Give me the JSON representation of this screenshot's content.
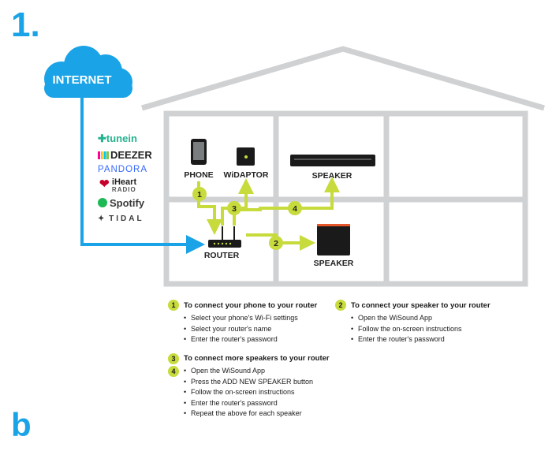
{
  "step_number": "1.",
  "panel_letter": "b",
  "cloud": {
    "label": "INTERNET"
  },
  "services": [
    "tunein",
    "DEEZER",
    "PANDORA",
    "iHeart",
    "RADIO",
    "Spotify",
    "TIDAL"
  ],
  "devices": {
    "phone": "PHONE",
    "widaptor": "WiDAPTOR",
    "speaker_top": "SPEAKER",
    "router": "ROUTER",
    "speaker_bottom": "SPEAKER"
  },
  "steps": [
    "1",
    "2",
    "3",
    "4"
  ],
  "instructions": {
    "phone_to_router": {
      "badge": "1",
      "title": "To connect your phone to your router",
      "items": [
        "Select your phone's Wi-Fi settings",
        "Select your router's name",
        "Enter the router's password"
      ]
    },
    "speaker_to_router": {
      "badge": "2",
      "title": "To connect your speaker to your router",
      "items": [
        "Open the WiSound App",
        "Follow the on-screen instructions",
        "Enter the router's password"
      ]
    },
    "more_speakers": {
      "badges": [
        "3",
        "4"
      ],
      "title": "To connect more speakers to your router",
      "items": [
        "Open the WiSound App",
        "Press the ADD NEW SPEAKER button",
        "Follow the on-screen instructions",
        "Enter the router's password",
        "Repeat the above for each speaker"
      ]
    }
  },
  "colors": {
    "blue": "#1aa3e6",
    "green": "#c7db3c",
    "house": "#cfd1d3",
    "dark": "#1a1a1a",
    "accent": "#e5572a"
  }
}
